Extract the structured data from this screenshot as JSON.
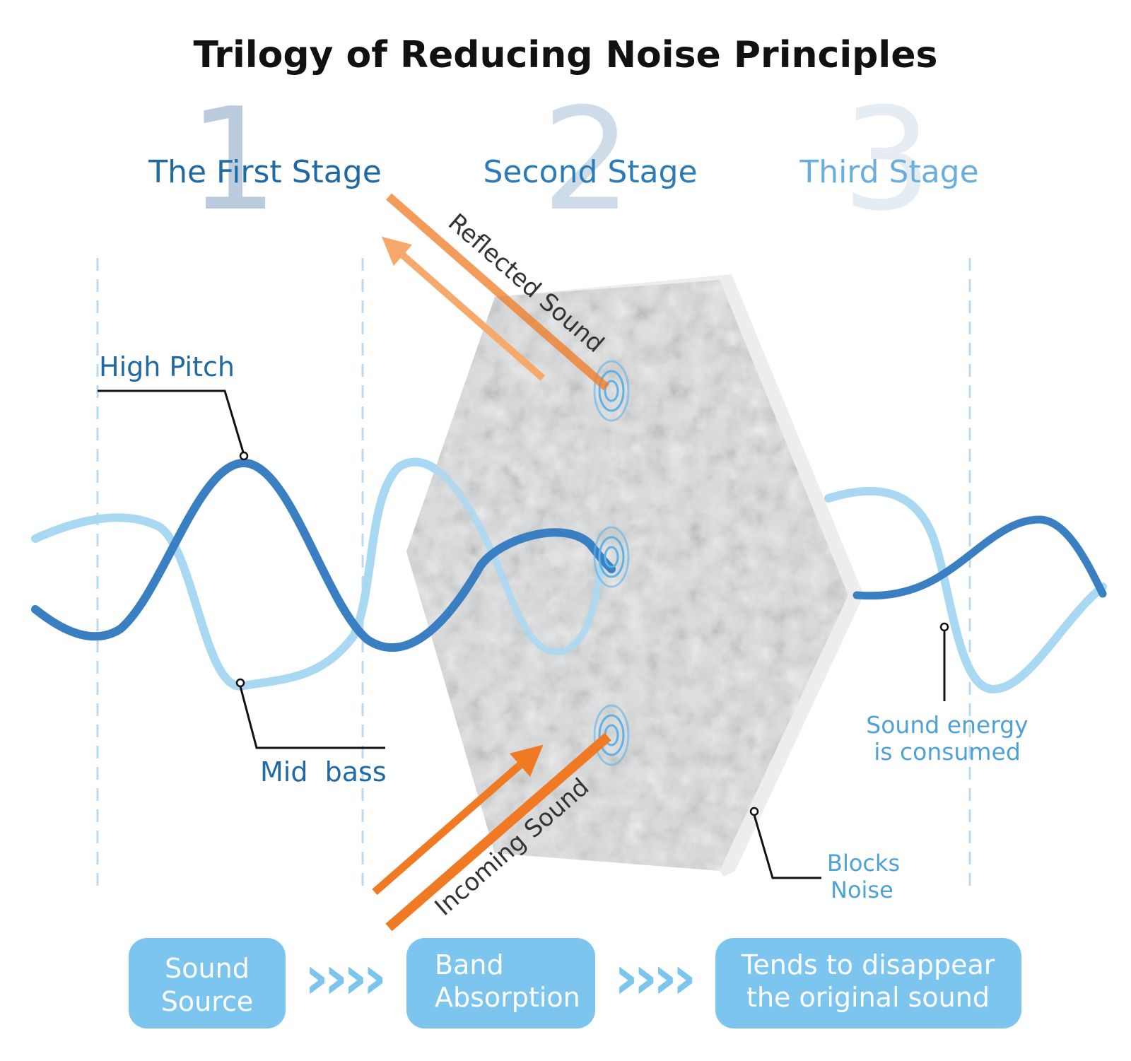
{
  "title": "Trilogy of Reducing Noise Principles",
  "stages": [
    {
      "number": "1",
      "label": "The First Stage"
    },
    {
      "number": "2",
      "label": "Second Stage"
    },
    {
      "number": "3",
      "label": "Third Stage"
    }
  ],
  "labels": {
    "high_pitch": "High Pitch",
    "mid_bass": "Mid  bass",
    "reflected_sound": "Reflected Sound",
    "incoming_sound": "Incoming Sound",
    "energy_line1": "Sound energy",
    "energy_line2": "is consumed",
    "blocks_line1": "Blocks",
    "blocks_line2": "Noise"
  },
  "flow": [
    {
      "line1": "Sound",
      "line2": "Source"
    },
    {
      "line1": "Band",
      "line2": "Absorption"
    },
    {
      "line1": "Tends to disappear",
      "line2": "the original sound"
    }
  ],
  "arrows": "››››",
  "colors": {
    "title": "#111111",
    "stage_text": "#1f6aa5",
    "wave_dark": "#3a7fc2",
    "wave_light": "#a9d8f3",
    "orange": "#f07a24",
    "orange_light": "#f6a96b",
    "panel": "#d9dadb",
    "box": "#7cc5ef",
    "box_text": "#ffffff",
    "arrow": "#7cc5ef",
    "dash": "#b9daf0"
  }
}
